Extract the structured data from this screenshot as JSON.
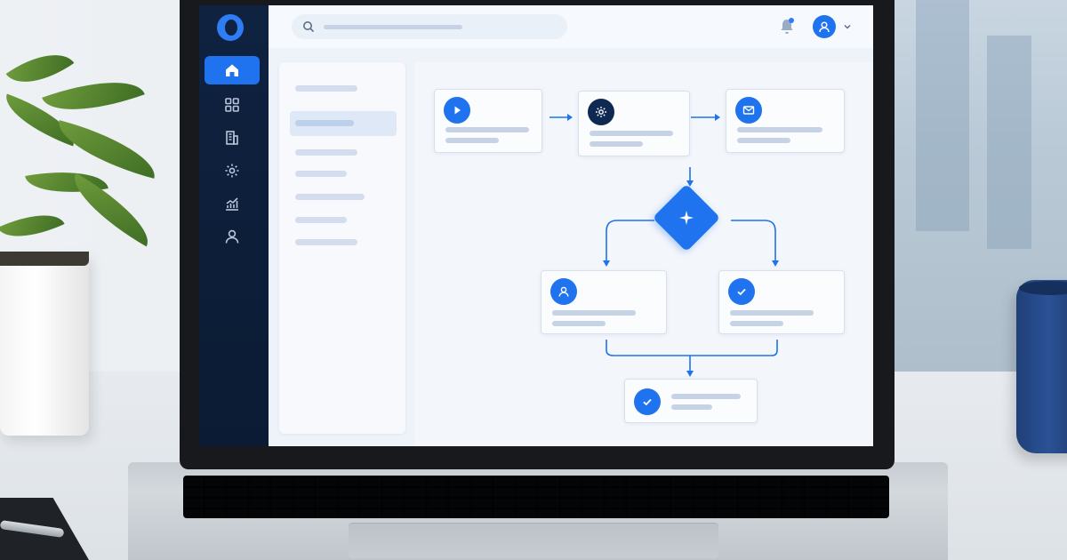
{
  "scene": {
    "description_free": true
  },
  "colors": {
    "accent": "#1f73ee",
    "sidebar": "#0f2240",
    "dark_badge": "#0f2a52",
    "mug": "#2b5296"
  },
  "sidebar": {
    "items": [
      {
        "icon": "home-icon",
        "active": true
      },
      {
        "icon": "grid-icon",
        "active": false
      },
      {
        "icon": "building-icon",
        "active": false
      },
      {
        "icon": "gear-icon",
        "active": false
      },
      {
        "icon": "analytics-icon",
        "active": false
      },
      {
        "icon": "user-icon",
        "active": false
      }
    ]
  },
  "topbar": {
    "search_icon": "search-icon",
    "notification_icon": "bell-icon",
    "profile_icon": "user-icon",
    "menu_icon": "chevron-down-icon"
  },
  "workflow": {
    "nodes": [
      {
        "id": "start",
        "icon": "play-icon"
      },
      {
        "id": "process",
        "icon": "gear-icon"
      },
      {
        "id": "email",
        "icon": "mail-icon"
      },
      {
        "id": "decision",
        "icon": "sparkle-icon"
      },
      {
        "id": "assign",
        "icon": "user-icon"
      },
      {
        "id": "approve",
        "icon": "check-icon"
      },
      {
        "id": "complete",
        "icon": "check-icon"
      }
    ]
  }
}
